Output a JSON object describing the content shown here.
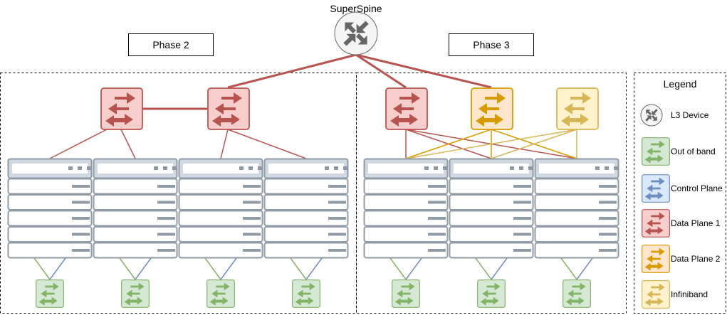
{
  "title": "SuperSpine",
  "phases": [
    {
      "label": "Phase 2"
    },
    {
      "label": "Phase 3"
    }
  ],
  "legend": {
    "title": "Legend",
    "items": [
      {
        "label": "L3 Device",
        "icon": "router-icon"
      },
      {
        "label": "Out of band",
        "icon": "switch-icon",
        "color": "green"
      },
      {
        "label": "Control Plane",
        "icon": "switch-icon",
        "color": "blue"
      },
      {
        "label": "Data Plane 1",
        "icon": "switch-icon",
        "color": "red"
      },
      {
        "label": "Data Plane 2",
        "icon": "switch-icon",
        "color": "orange"
      },
      {
        "label": "Infiniband",
        "icon": "switch-icon",
        "color": "yellow"
      }
    ]
  },
  "colors": {
    "red": {
      "fill": "#f8cecc",
      "stroke": "#b85450"
    },
    "green": {
      "fill": "#d5e8d4",
      "stroke": "#82b366"
    },
    "blue": {
      "fill": "#dae8fc",
      "stroke": "#6c8ebf"
    },
    "orange": {
      "fill": "#ffe6cc",
      "stroke": "#d79b00"
    },
    "yellow": {
      "fill": "#fff2cc",
      "stroke": "#d6b656"
    },
    "router": {
      "fill": "#f5f5f5",
      "stroke": "#666666"
    },
    "rack": {
      "fill": "#ffffff",
      "stroke": "#919ba5",
      "header": "#d0d8e2"
    }
  },
  "phase2": {
    "switches": [
      "red",
      "red"
    ],
    "racks": 4,
    "oob_switches": 4
  },
  "phase3": {
    "switches": [
      "red",
      "orange",
      "yellow"
    ],
    "racks": 3,
    "oob_switches": 3
  }
}
